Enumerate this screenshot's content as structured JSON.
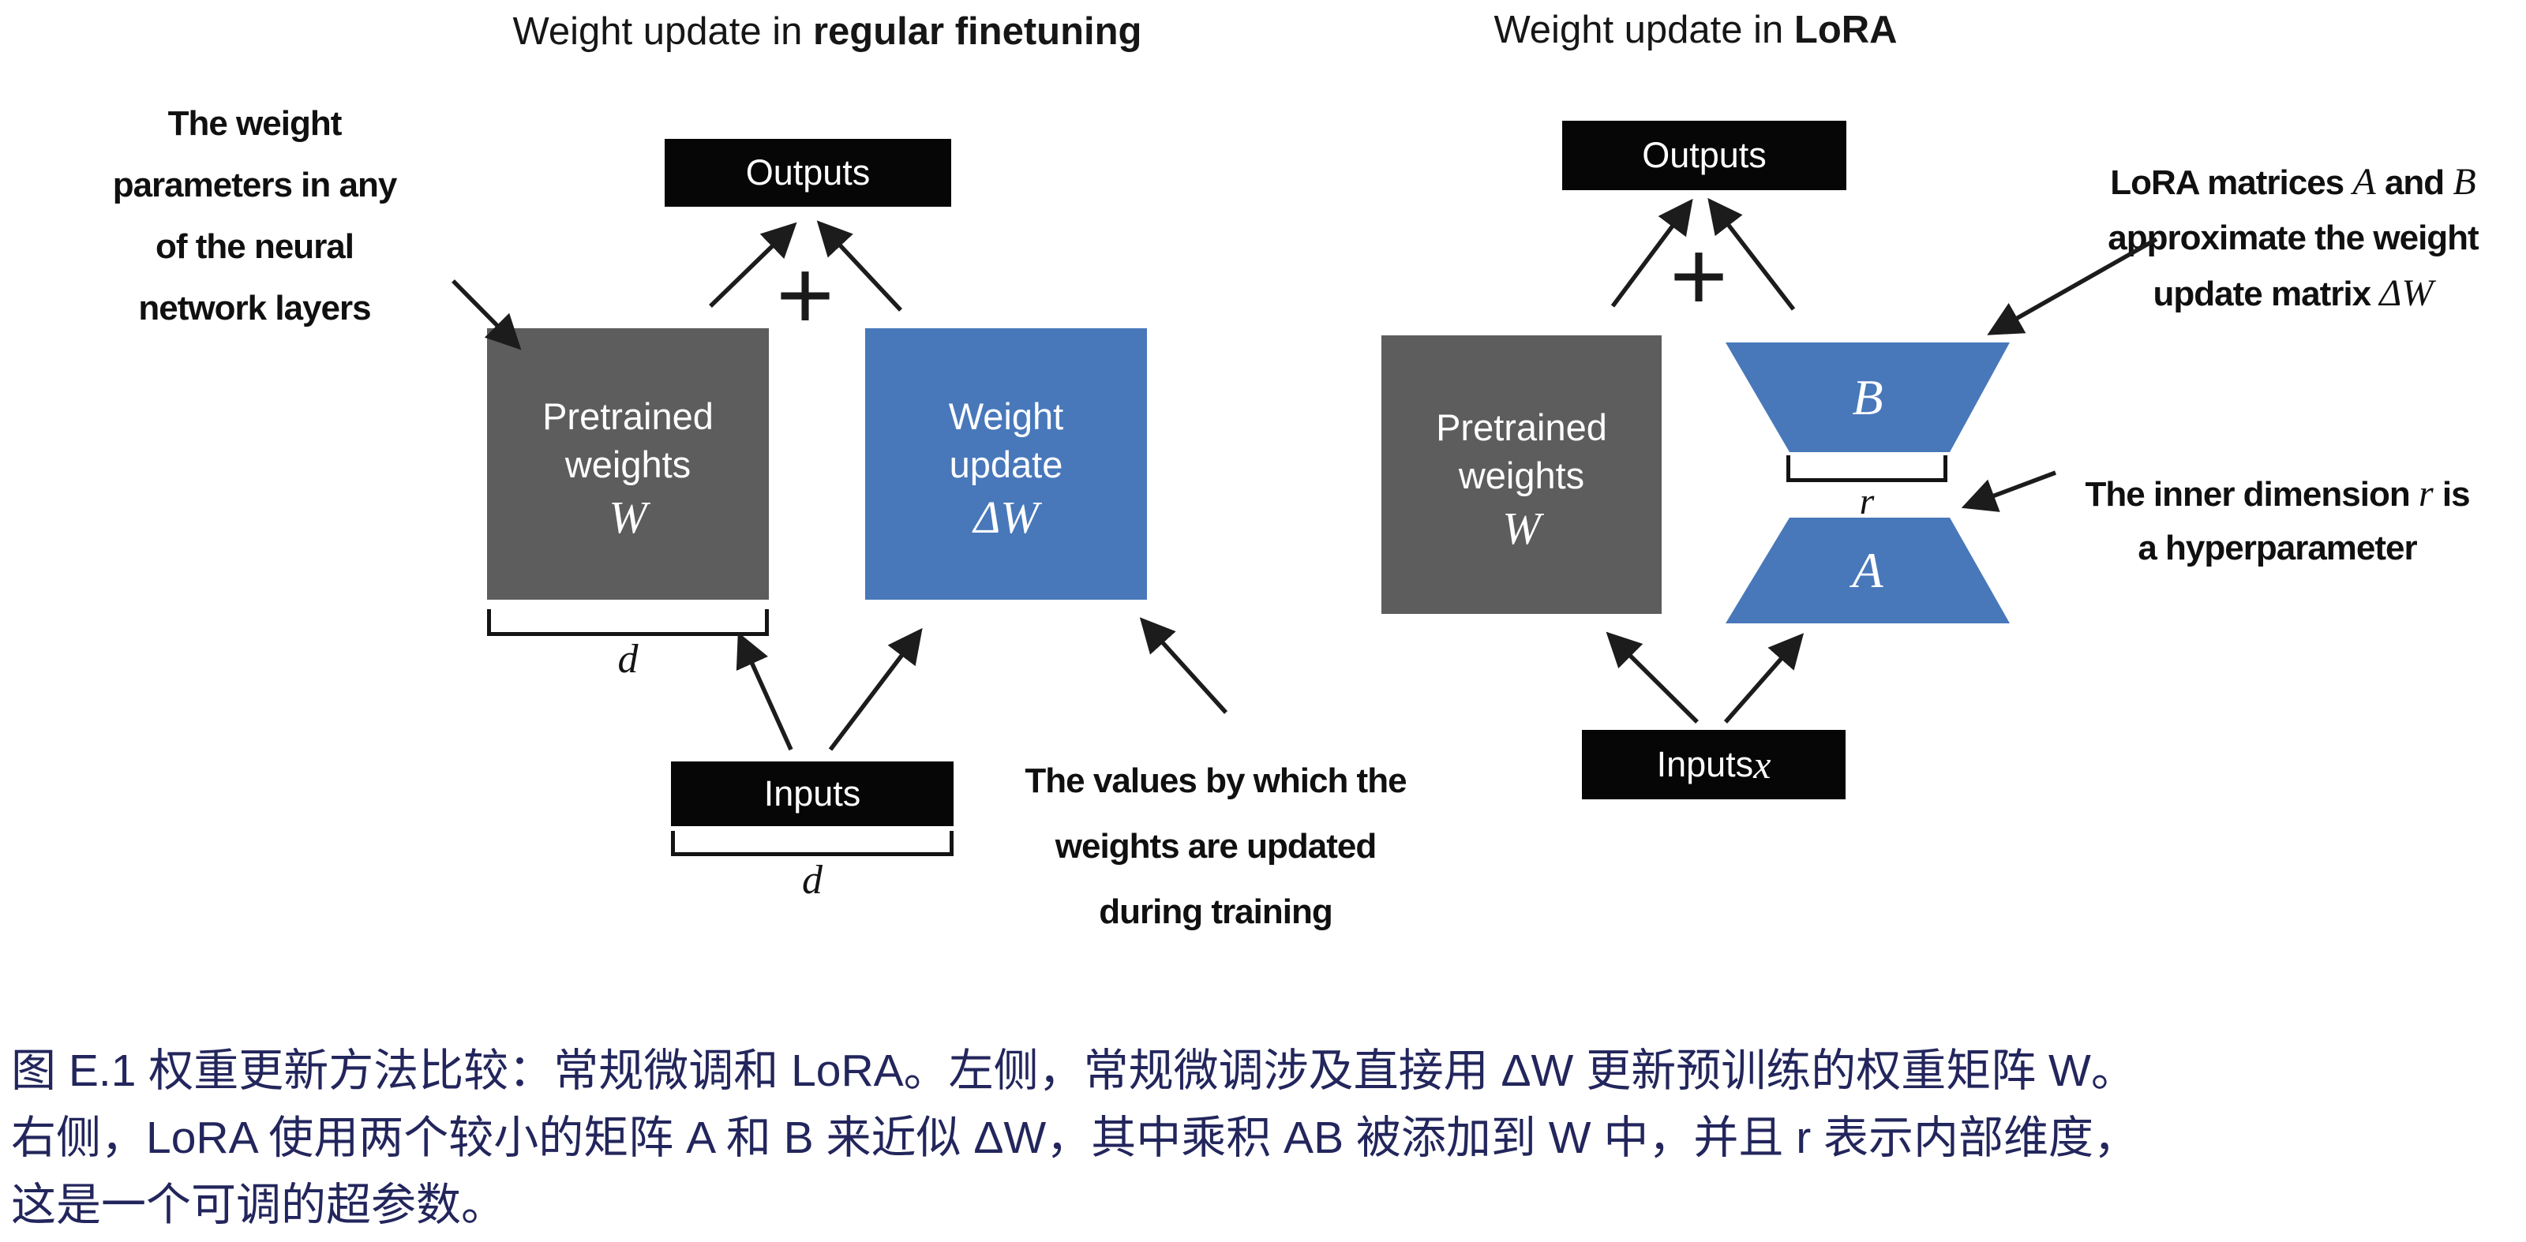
{
  "colors": {
    "box_gray": "#5d5d5d",
    "box_blue": "#4878ba",
    "box_black": "#060606",
    "caption_navy": "#23265c",
    "arrow_black": "#1c1c1c"
  },
  "left_panel": {
    "title_prefix": "Weight update in ",
    "title_bold": "regular finetuning",
    "weight_annotation_lines": [
      "The weight",
      "parameters in any",
      "of the neural",
      "network layers"
    ],
    "outputs_label": "Outputs",
    "plus_sign": "+",
    "pretrained_line1": "Pretrained",
    "pretrained_line2": "weights",
    "pretrained_symbol": "W",
    "update_line1": "Weight",
    "update_line2": "update",
    "update_symbol": "ΔW",
    "weight_dim_label": "d",
    "inputs_label": "Inputs",
    "input_dim_label": "d",
    "values_annotation_lines": [
      "The values by which the",
      "weights are updated",
      "during training"
    ]
  },
  "right_panel": {
    "title_prefix": "Weight update in ",
    "title_bold": "LoRA",
    "outputs_label": "Outputs",
    "plus_sign": "+",
    "pretrained_line1": "Pretrained",
    "pretrained_line2": "weights",
    "pretrained_symbol": "W",
    "matrix_b_label": "B",
    "rank_label": "r",
    "matrix_a_label": "A",
    "inputs_label": "Inputs ",
    "inputs_symbol": "x",
    "lora_annotation": {
      "l1_a": "LoRA matrices ",
      "l1_math1": "A",
      "l1_b": " and ",
      "l1_math2": "B",
      "l2": "approximate the weight",
      "l3_a": "update matrix ",
      "l3_math": "ΔW"
    },
    "inner_annotation": {
      "l1_a": "The inner dimension ",
      "l1_math": "r",
      "l1_b": " is",
      "l2": "a hyperparameter"
    }
  },
  "caption": {
    "lines": [
      "图 E.1 权重更新方法比较：常规微调和 LoRA。左侧，常规微调涉及直接用 ΔW 更新预训练的权重矩阵 W。",
      "右侧，LoRA 使用两个较小的矩阵 A 和 B 来近似 ΔW，其中乘积 AB 被添加到 W 中，并且 r 表示内部维度，",
      "这是一个可调的超参数。"
    ]
  }
}
